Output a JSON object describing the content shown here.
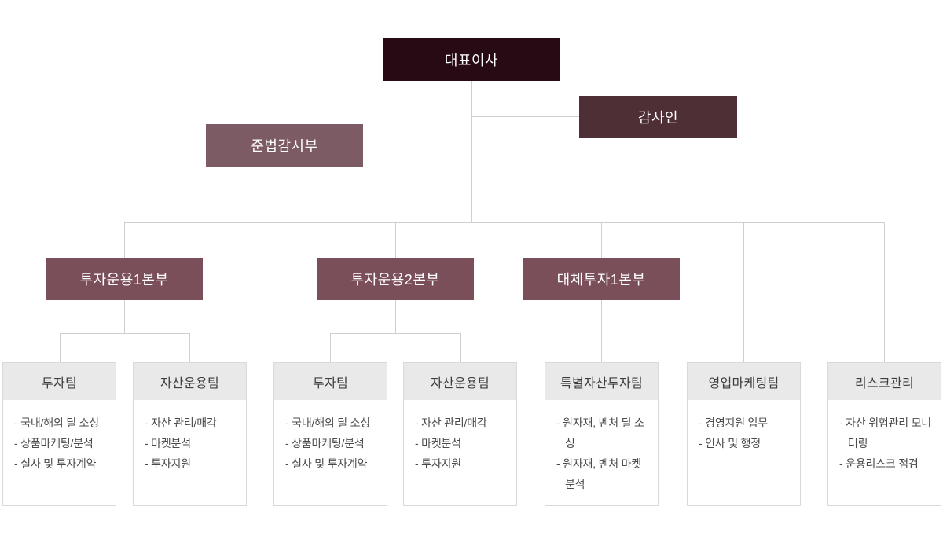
{
  "org_chart": {
    "ceo": {
      "label": "대표이사"
    },
    "auditor": {
      "label": "감사인"
    },
    "compliance": {
      "label": "준법감시부"
    },
    "divisions": [
      {
        "label": "투자운용1본부"
      },
      {
        "label": "투자운용2본부"
      },
      {
        "label": "대체투자1본부"
      }
    ],
    "teams": [
      {
        "name": "투자팀",
        "items": [
          "- 국내/해외 딜 소싱",
          "- 상품마케팅/분석",
          "- 실사 및 투자계약"
        ]
      },
      {
        "name": "자산운용팀",
        "items": [
          "- 자산 관리/매각",
          "- 마켓분석",
          "- 투자지원"
        ]
      },
      {
        "name": "투자팀",
        "items": [
          "- 국내/해외 딜 소싱",
          "- 상품마케팅/분석",
          "- 실사 및 투자계약"
        ]
      },
      {
        "name": "자산운용팀",
        "items": [
          "- 자산 관리/매각",
          "- 마켓분석",
          "- 투자지원"
        ]
      },
      {
        "name": "특별자산투자팀",
        "items": [
          "- 원자재, 벤처 딜 소싱",
          "- 원자재, 벤처 마켓분석"
        ]
      },
      {
        "name": "영업마케팅팀",
        "items": [
          "- 경영지원 업무",
          "- 인사 및 행정"
        ]
      },
      {
        "name": "리스크관리",
        "items": [
          "- 자산 위험관리 모니터링",
          "- 운용리스크 점검"
        ]
      }
    ],
    "colors": {
      "ceo_bg": "#270a13",
      "auditor_bg": "#4e2f35",
      "compliance_bg": "#7d5b64",
      "division_bg": "#7a4f5a",
      "connector_line": "#cfcfcf",
      "team_header_bg": "#e9e9e9",
      "team_border": "#d9d9d9",
      "box_text": "#ffffff",
      "team_header_text": "#3d3d3d",
      "team_item_text": "#4a4a4a"
    }
  }
}
